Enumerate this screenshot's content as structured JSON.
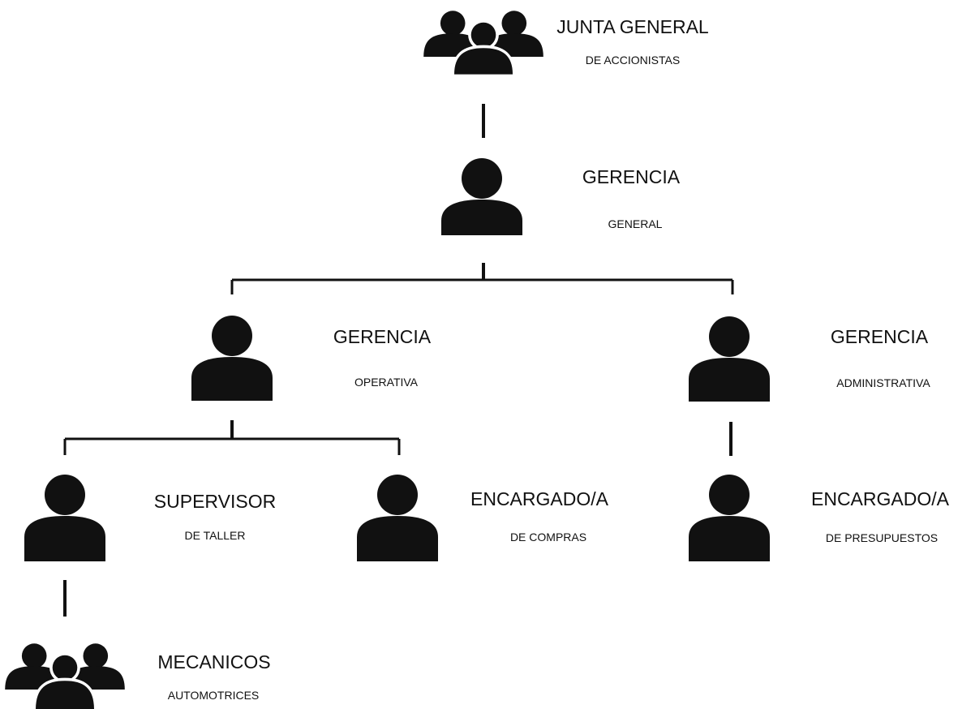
{
  "nodes": {
    "junta": {
      "title": "JUNTA GENERAL",
      "subtitle": "DE ACCIONISTAS",
      "icon": "group-icon"
    },
    "gerencia_general": {
      "title": "GERENCIA",
      "subtitle": "GENERAL",
      "icon": "person-icon"
    },
    "gerencia_operativa": {
      "title": "GERENCIA",
      "subtitle": "OPERATIVA",
      "icon": "person-icon"
    },
    "gerencia_administrativa": {
      "title": "GERENCIA",
      "subtitle": "ADMINISTRATIVA",
      "icon": "person-icon"
    },
    "supervisor": {
      "title": "SUPERVISOR",
      "subtitle": "DE TALLER",
      "icon": "person-icon"
    },
    "compras": {
      "title": "ENCARGADO/A",
      "subtitle": "DE COMPRAS",
      "icon": "person-icon"
    },
    "presupuestos": {
      "title": "ENCARGADO/A",
      "subtitle": "DE PRESUPUESTOS",
      "icon": "person-icon"
    },
    "mecanicos": {
      "title": "MECANICOS",
      "subtitle": "AUTOMOTRICES",
      "icon": "group-icon"
    }
  },
  "colors": {
    "ink": "#111111",
    "background": "#ffffff"
  }
}
